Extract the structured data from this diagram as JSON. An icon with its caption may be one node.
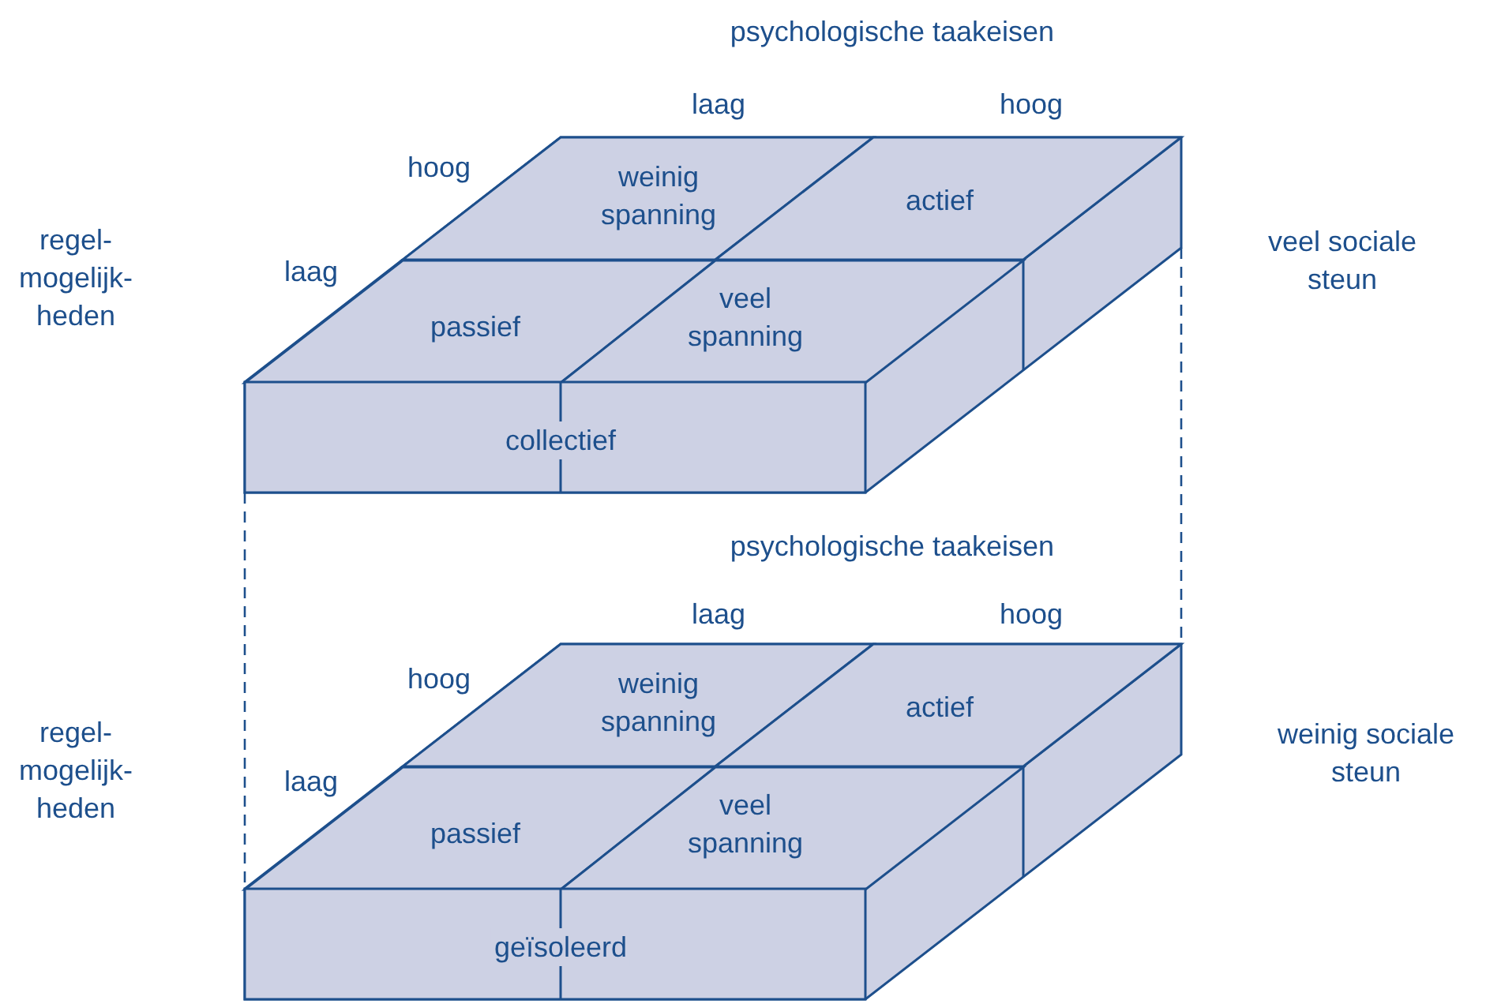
{
  "diagram": {
    "nodes": [
      {
        "text": [],
        "shape": "box"
      },
      {
        "text": [
          "weinig spanning"
        ],
        "in": 0
      },
      {
        "text": [
          "actief"
        ],
        "in": 0
      },
      {
        "text": [
          "passief"
        ],
        "in": 0
      },
      {
        "text": [
          "veel spanning"
        ],
        "in": 0
      },
      {
        "text": [
          "collectief"
        ],
        "in": 0
      },
      {
        "text": [],
        "shape": "box"
      },
      {
        "text": [
          "weinig spanning"
        ],
        "in": 6
      },
      {
        "text": [
          "actief"
        ],
        "in": 6
      },
      {
        "text": [
          "passief"
        ],
        "in": 6
      },
      {
        "text": [
          "veel spanning"
        ],
        "in": 6
      },
      {
        "text": [
          "geïsoleerd"
        ],
        "in": 6
      }
    ],
    "edges": [
      {
        "from": 0,
        "to": 6,
        "arrow": "none",
        "style": "dashed"
      },
      {
        "from": 0,
        "to": 6,
        "arrow": "none",
        "style": "dashed"
      }
    ],
    "labels": [
      "psychologische taakeisen",
      "laag",
      "hoog",
      "hoog",
      "regel- mogelijk- heden",
      "laag",
      "veel sociale steun",
      "psychologische taakeisen",
      "laag",
      "hoog",
      "hoog",
      "regel- mogelijk- heden",
      "laag",
      "weinig sociale steun"
    ]
  }
}
